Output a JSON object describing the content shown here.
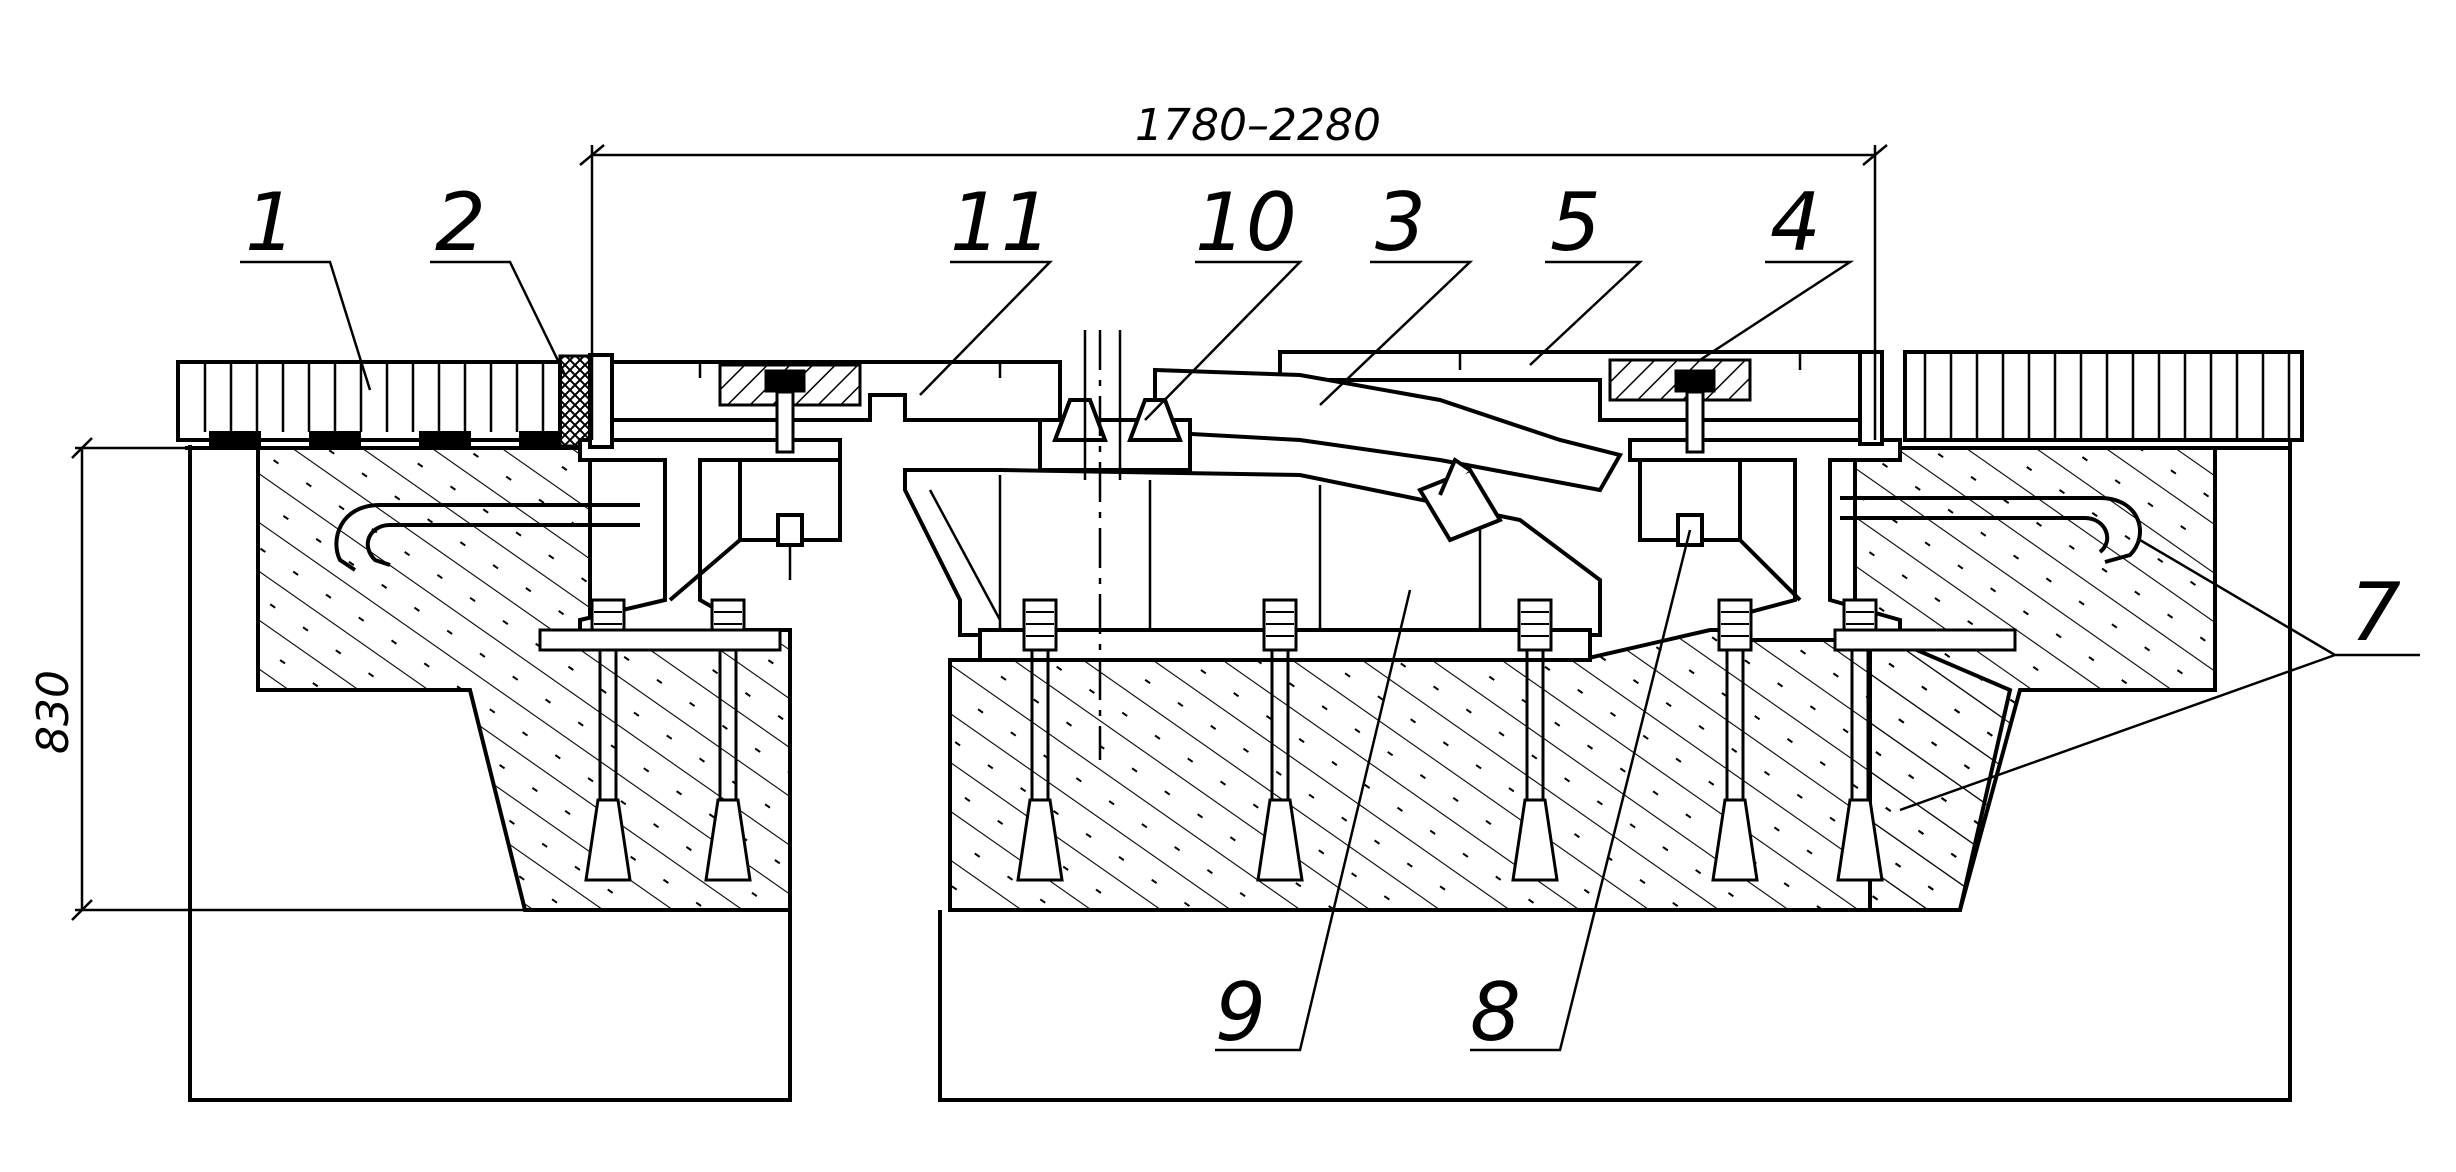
{
  "dimensions": {
    "width_span": "1780–2280",
    "height": "830"
  },
  "callouts": [
    {
      "id": "c1",
      "text": "1"
    },
    {
      "id": "c2",
      "text": "2"
    },
    {
      "id": "c11",
      "text": "11"
    },
    {
      "id": "c10",
      "text": "10"
    },
    {
      "id": "c3",
      "text": "3"
    },
    {
      "id": "c5",
      "text": "5"
    },
    {
      "id": "c4",
      "text": "4"
    },
    {
      "id": "c7",
      "text": "7"
    },
    {
      "id": "c9",
      "text": "9"
    },
    {
      "id": "c8",
      "text": "8"
    }
  ]
}
